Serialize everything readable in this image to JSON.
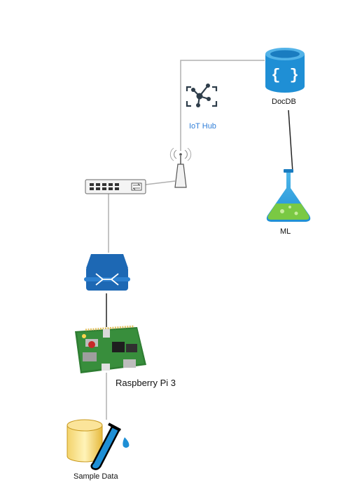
{
  "nodes": {
    "docdb": {
      "label": "DocDB",
      "icon": "azure-cosmos-db-icon"
    },
    "iot_hub": {
      "label": "IoT Hub",
      "icon": "azure-iot-hub-icon"
    },
    "ml": {
      "label": "ML",
      "icon": "machine-learning-flask-icon"
    },
    "router": {
      "label": "",
      "icon": "wireless-access-point-icon"
    },
    "switch": {
      "label": "",
      "icon": "network-switch-icon"
    },
    "gateway": {
      "label": "",
      "icon": "hub-icon"
    },
    "raspberry_pi": {
      "label": "Raspberry Pi 3",
      "icon": "raspberry-pi-board-icon"
    },
    "sample_data": {
      "label": "Sample Data",
      "icon": "sample-data-icon"
    }
  },
  "connections": [
    [
      "router",
      "docdb"
    ],
    [
      "docdb",
      "ml"
    ],
    [
      "switch",
      "router"
    ],
    [
      "switch",
      "gateway"
    ],
    [
      "gateway",
      "raspberry_pi"
    ],
    [
      "raspberry_pi",
      "sample_data"
    ]
  ],
  "colors": {
    "azure_blue": "#2f7ed8",
    "docdb_blue": "#1f8fd5",
    "iot_hub_dark": "#2e3d4a",
    "ml_green": "#7ac943",
    "gateway_blue": "#1d68b4",
    "pi_green": "#2e7d32",
    "line_gray": "#b0b0b0",
    "line_black": "#222222"
  }
}
